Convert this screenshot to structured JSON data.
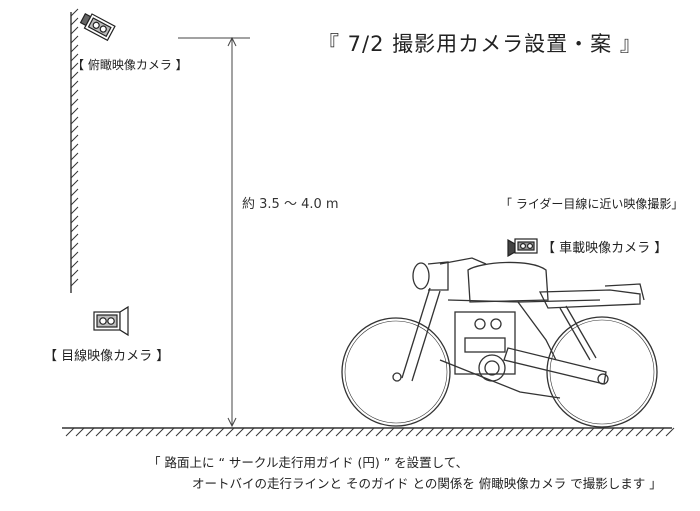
{
  "title": "『 7/2  撮影用カメラ設置・案 』",
  "labels": {
    "overhead_camera": "【 俯瞰映像カメラ 】",
    "eye_camera": "【 目線映像カメラ 】",
    "vehicle_camera": "【 車載映像カメラ 】",
    "rider_view": "「 ライダー目線に近い映像撮影」",
    "height": "約 3.5 〜 4.0 m"
  },
  "caption": {
    "line1": "「 路面上に “ サークル走行用ガイド (円) ” を設置して、",
    "line2": "オートバイの走行ラインと そのガイド との関係を 俯瞰映像カメラ で撮影します 」"
  }
}
